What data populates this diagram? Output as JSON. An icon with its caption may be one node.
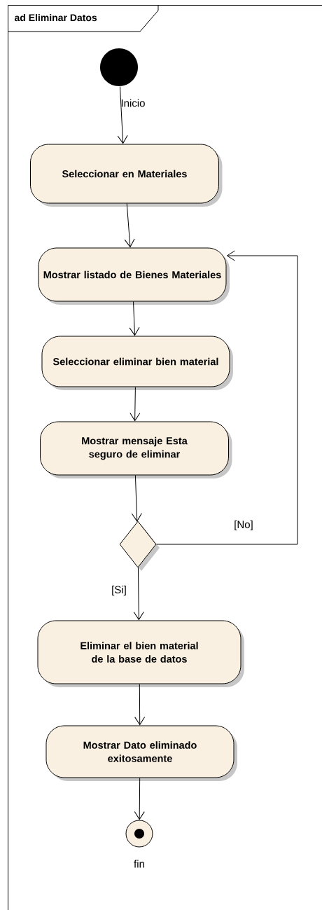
{
  "diagram": {
    "nodes": [
      {
        "text": [
          "ad Eliminar Datos"
        ]
      },
      {
        "text": [],
        "shape": "circle",
        "beside": [
          "Inicio"
        ],
        "in": 0
      },
      {
        "text": [
          "Seleccionar en Materiales"
        ],
        "in": 0
      },
      {
        "text": [
          "Mostrar listado de Bienes Materiales"
        ],
        "in": 0
      },
      {
        "text": [
          "Seleccionar eliminar bien material"
        ],
        "in": 0
      },
      {
        "text": [
          "Mostrar mensaje Esta seguro de eliminar"
        ],
        "in": 0
      },
      {
        "text": [],
        "shape": "diamond",
        "in": 0
      },
      {
        "text": [
          "Eliminar el bien material de la base de datos"
        ],
        "in": 0
      },
      {
        "text": [
          "Mostrar Dato eliminado exitosamente"
        ],
        "in": 0
      },
      {
        "text": [],
        "shape": "circle",
        "beside": [
          "fin"
        ],
        "in": 0
      }
    ],
    "edges": [
      {
        "from": 1,
        "to": 2,
        "arrow": "to"
      },
      {
        "from": 2,
        "to": 3,
        "arrow": "to"
      },
      {
        "from": 3,
        "to": 4,
        "arrow": "to"
      },
      {
        "from": 4,
        "to": 5,
        "arrow": "to"
      },
      {
        "from": 5,
        "to": 6,
        "arrow": "to"
      },
      {
        "from": 6,
        "to": 3,
        "arrow": "to",
        "label": "[No]"
      },
      {
        "from": 6,
        "to": 7,
        "arrow": "to",
        "label": "[Si]"
      },
      {
        "from": 7,
        "to": 8,
        "arrow": "to"
      },
      {
        "from": 8,
        "to": 9,
        "arrow": "to"
      }
    ]
  }
}
